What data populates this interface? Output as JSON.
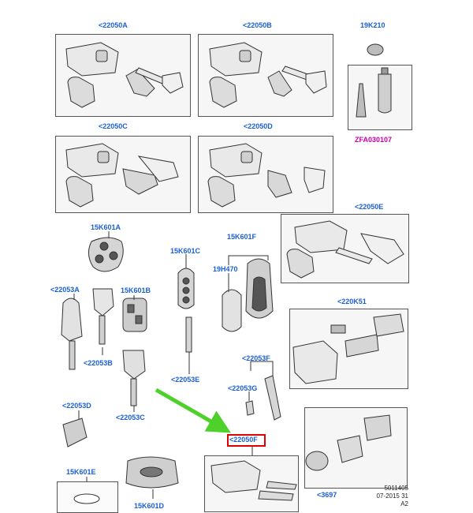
{
  "labels": {
    "p22050A": "<22050A",
    "p22050B": "<22050B",
    "p19K210": "19K210",
    "pZFA030107": "ZFA030107",
    "p22050C": "<22050C",
    "p22050D": "<22050D",
    "p22050E": "<22050E",
    "p15K601A": "15K601A",
    "p15K601C": "15K601C",
    "p15K601F": "15K601F",
    "p19H470": "19H470",
    "p22053A": "<22053A",
    "p15K601B": "15K601B",
    "p22053B": "<22053B",
    "p220K51": "<220K51",
    "p22053E": "<22053E",
    "p22053F": "<22053F",
    "p22053G": "<22053G",
    "p22053D": "<22053D",
    "p22053C": "<22053C",
    "p22050F": "<22050F",
    "p15K601E": "15K601E",
    "p15K601D": "15K601D",
    "p3697": "<3697"
  },
  "footer": {
    "line1": "5011405",
    "line2": "07-2015 31",
    "line3": "A2"
  },
  "colors": {
    "label_blue": "#1a5fd6",
    "label_magenta": "#cc00aa",
    "arrow_green": "#4fd12c",
    "highlight_red": "#e00000"
  }
}
